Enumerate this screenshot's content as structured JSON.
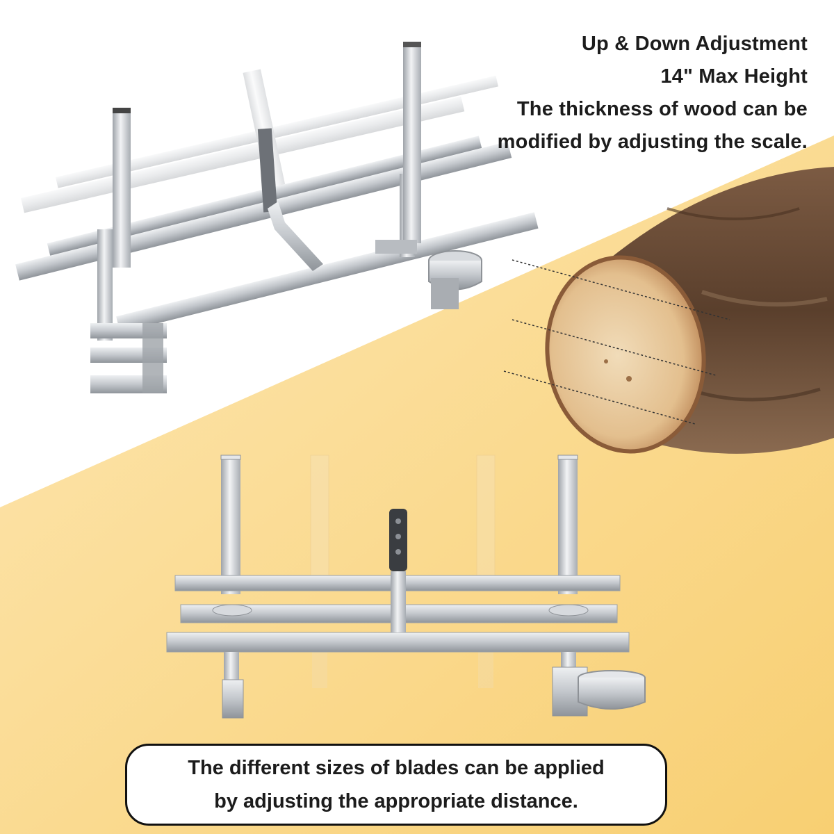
{
  "headline": {
    "line1": "Up & Down Adjustment",
    "line2": "14\" Max Height",
    "line3": "The thickness of wood can be",
    "line4": "modified by adjusting the scale."
  },
  "caption": {
    "line1": "The different sizes of blades can be applied",
    "line2": "by adjusting the appropriate distance."
  },
  "colors": {
    "background_top": "#ffffff",
    "background_bottom": "#fbd98a",
    "metal": "#c9ccd0",
    "metal_dark": "#8e9297",
    "wood_face": "#e8c9a0",
    "bark": "#6b4a33",
    "text": "#1c1c1c"
  }
}
